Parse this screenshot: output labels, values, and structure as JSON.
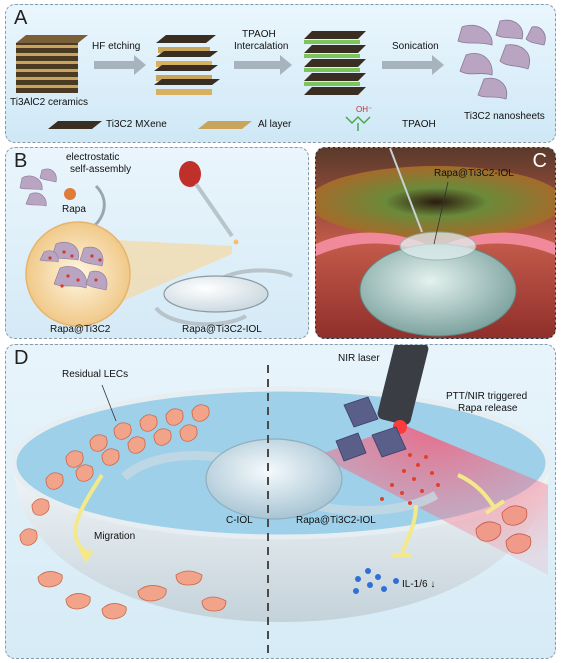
{
  "panel_a": {
    "tag": "A",
    "steps": [
      "HF etching",
      "TPAOH",
      "Intercalation",
      "Sonication"
    ],
    "stages": [
      "Ti3AlC2 ceramics",
      "Ti3C2 nanosheets"
    ],
    "legend": [
      "Ti3C2 MXene",
      "Al  layer",
      "OH⁻",
      "TPAOH"
    ]
  },
  "panel_b": {
    "tag": "B",
    "assembly": [
      "electrostatic",
      "self-assembly"
    ],
    "drug": "Rapa",
    "complex": "Rapa@Ti3C2",
    "iol": "Rapa@Ti3C2-IOL"
  },
  "panel_c": {
    "tag": "C",
    "iol": "Rapa@Ti3C2-IOL"
  },
  "panel_d": {
    "tag": "D",
    "cells": "Residual LECs",
    "laser": "NIR laser",
    "release": [
      "PTT/NIR triggered",
      "Rapa release"
    ],
    "migration": "Migration",
    "left_iol": "C-IOL",
    "right_iol": "Rapa@Ti3C2-IOL",
    "cytokine": "IL-1/6 ↓"
  }
}
